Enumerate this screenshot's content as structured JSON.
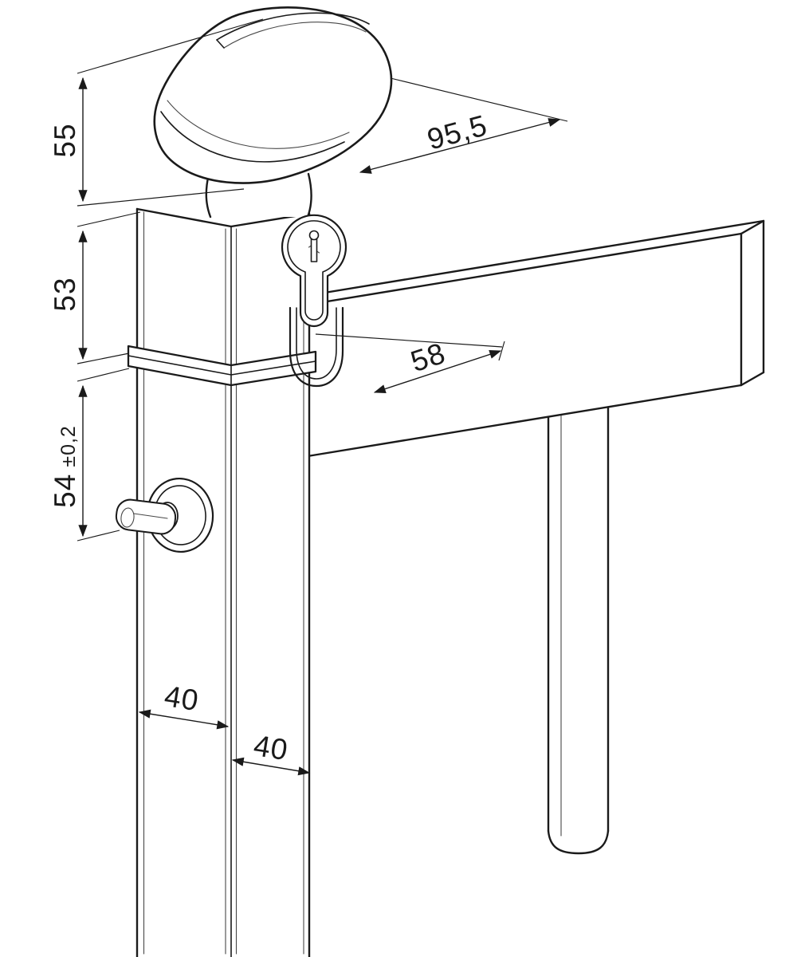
{
  "meta": {
    "paper_color": "#ffffff",
    "ink_color": "#1a1a1a",
    "drawing_kind": "technical line drawing of a gate lock on a square post with dimensions (mm)"
  },
  "dims": {
    "knob_height": "55",
    "lock_body_height": "53",
    "thumbturn_offset": "54",
    "thumbturn_tolerance": "±0,2",
    "knob_length": "95,5",
    "beam_inset": "58",
    "post_width_left_face": "40",
    "post_width_right_face": "40"
  }
}
